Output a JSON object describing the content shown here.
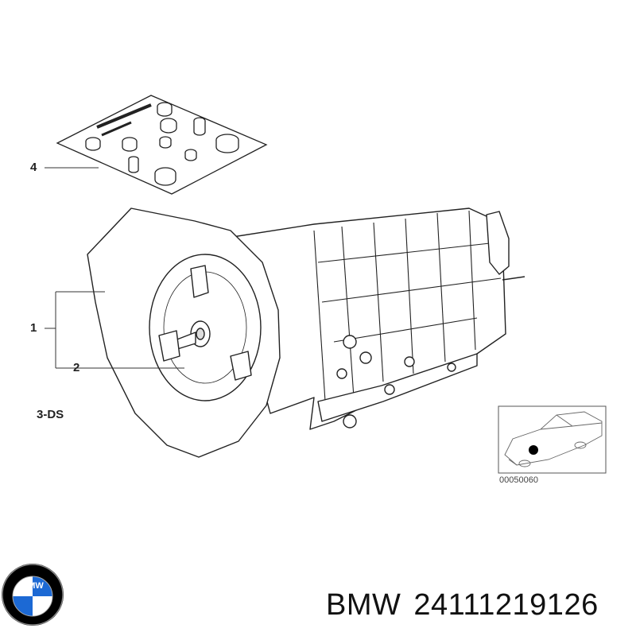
{
  "callouts": {
    "c4": "4",
    "c1": "1",
    "c2": "2",
    "model": "3-DS"
  },
  "inset": {
    "ref_number": "00050060"
  },
  "logo": {
    "icon": "bmw-roundel-icon",
    "letters": "BMW",
    "colors": {
      "blue": "#1c69d4",
      "ring": "#000000"
    }
  },
  "product": {
    "brand": "BMW",
    "part_number": "24111219126"
  }
}
